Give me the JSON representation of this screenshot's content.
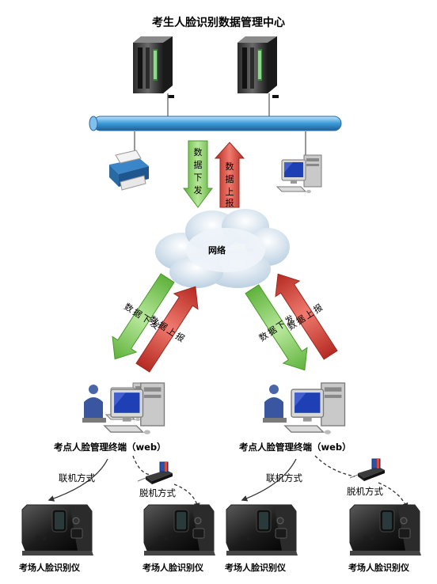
{
  "title": "考生人脸识别数据管理中心",
  "network_label": "网络",
  "arrows": {
    "center_down": [
      "数",
      "据",
      "下",
      "发"
    ],
    "center_up": [
      "数",
      "据",
      "上",
      "报"
    ],
    "left_down": "数据下发",
    "left_up": "数据上报",
    "right_down": "数据下发",
    "right_up": "数据上报"
  },
  "terminals": [
    {
      "label": "考点人脸管理终端（web）"
    },
    {
      "label": "考点人脸管理终端（web）"
    }
  ],
  "connection_modes": [
    "联机方式",
    "脱机方式",
    "联机方式",
    "脱机方式"
  ],
  "devices": [
    "考场人脸识别仪",
    "考场人脸识别仪",
    "考场人脸识别仪",
    "考场人脸识别仪"
  ],
  "colors": {
    "bus": "#3a9ad9",
    "arrow_down": "#7ecb5a",
    "arrow_up": "#d9483b",
    "cloud": "#dde8f2",
    "monitor_screen": "#1f3fb5"
  }
}
